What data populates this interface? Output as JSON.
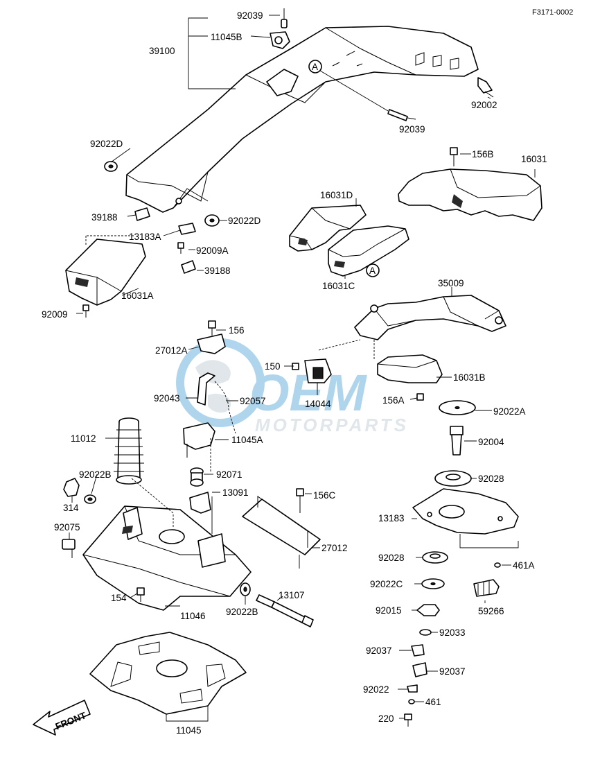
{
  "diagram_code": "F3171-0002",
  "watermark": {
    "brand": "OEM",
    "sub": "MOTORPARTS",
    "color_primary": "#6fb3e0",
    "color_secondary": "#c8d3da"
  },
  "front_arrow": "FRONT",
  "callout_marker": "A",
  "labels": {
    "p92039_top": "92039",
    "p11045B": "11045B",
    "p39100": "39100",
    "p92002": "92002",
    "p92039_mid": "92039",
    "p92022D_left": "92022D",
    "p156B": "156B",
    "p16031": "16031",
    "p39188_a": "39188",
    "p92022D_bot": "92022D",
    "p16031D": "16031D",
    "p13183A": "13183A",
    "p92009A": "92009A",
    "p39188_b": "39188",
    "p16031C": "16031C",
    "p16031A": "16031A",
    "p35009": "35009",
    "p92009": "92009",
    "p156": "156",
    "p27012A": "27012A",
    "p150": "150",
    "p16031B": "16031B",
    "p92043": "92043",
    "p92057": "92057",
    "p14044": "14044",
    "p156A": "156A",
    "p92022A": "92022A",
    "p11012": "11012",
    "p11045A": "11045A",
    "p92004": "92004",
    "p92022B_l": "92022B",
    "p92071": "92071",
    "p92028_top": "92028",
    "p314": "314",
    "p13091": "13091",
    "p156C": "156C",
    "p13183": "13183",
    "p92075": "92075",
    "p27012": "27012",
    "p92028_mid": "92028",
    "p461A": "461A",
    "p92022C": "92022C",
    "p154": "154",
    "p13107": "13107",
    "p59266": "59266",
    "p11046": "11046",
    "p92022B_r": "92022B",
    "p92015": "92015",
    "p92033": "92033",
    "p92037_a": "92037",
    "p92037_b": "92037",
    "p92022": "92022",
    "p461": "461",
    "p220": "220",
    "p11045": "11045"
  }
}
